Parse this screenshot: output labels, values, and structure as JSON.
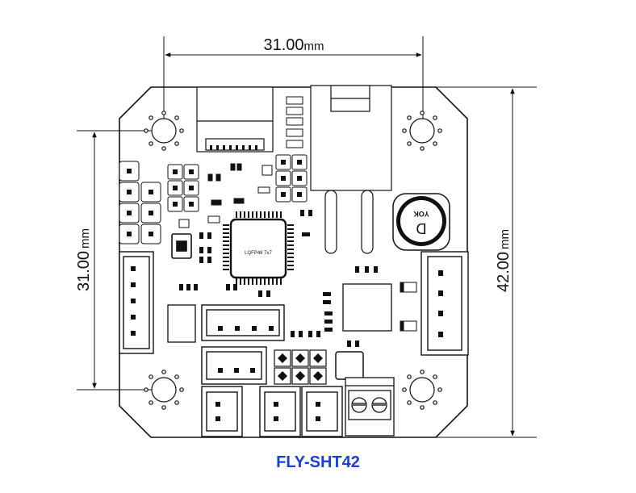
{
  "dimensions": {
    "top": {
      "value": "31.00",
      "unit": "mm"
    },
    "left": {
      "value": "31.00",
      "unit": "mm"
    },
    "right": {
      "value": "42.00",
      "unit": "mm"
    }
  },
  "chips": {
    "mcu_label": "LQFP48 7x7",
    "buzzer_label": "YOK"
  },
  "product_name": "FLY-SHT42",
  "colors": {
    "caption": "#1a3fd6",
    "line": "#111111"
  }
}
